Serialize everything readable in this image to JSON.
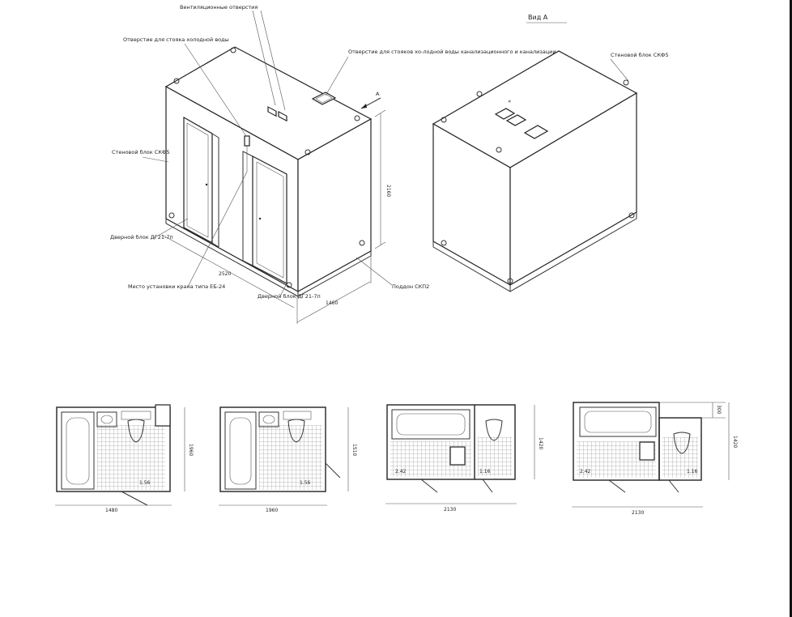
{
  "drawing": {
    "view_label": "Вид А",
    "left_unit": {
      "callouts": [
        "Вентиляционные отверстия",
        "Отверстие для стояка холодной воды",
        "Отверстие для стояков хо-лодной воды канализационного и канализации",
        "Стеновой блок СКФ5",
        "Дверной блок ДГ21-7п",
        "Место установки крана типа ЕБ-24",
        "Поддон СКП2",
        "Дверной блок ДГ21-7п"
      ],
      "dims": [
        "2160",
        "2520",
        "1460"
      ],
      "marker": "А"
    },
    "right_unit": {
      "callouts": [
        "Стеновой блок СКФ5"
      ]
    },
    "plans": [
      {
        "width_dim": "1480",
        "height_dim": "1960",
        "room_label": "1.56"
      },
      {
        "width_dim": "1960",
        "height_dim": "1510",
        "room_label": "1.56"
      },
      {
        "width_dim": "2130",
        "height_dim": "1420",
        "room_labels": [
          "2.42",
          "1.16"
        ]
      },
      {
        "width_dim": "2130",
        "height_dim": "1420",
        "room_labels": [
          "2.42",
          "1.16"
        ],
        "extra_dim": "300"
      }
    ]
  }
}
